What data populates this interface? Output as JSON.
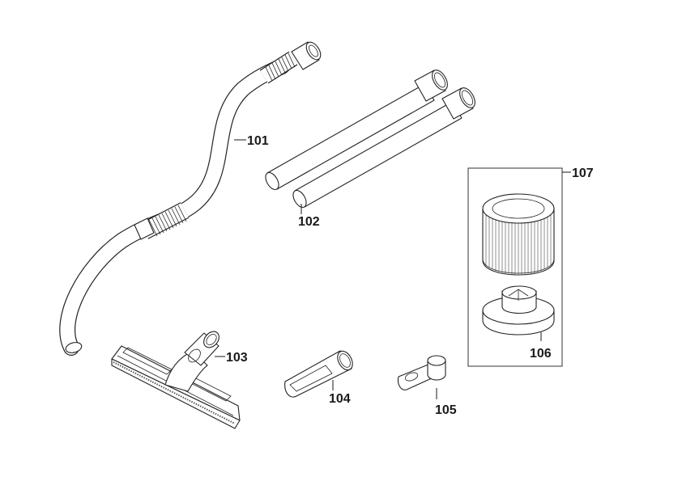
{
  "labels": {
    "hose": "101",
    "tubes": "102",
    "floor_nozzle": "103",
    "crevice_tool": "104",
    "adapter": "105",
    "filter_holder": "106",
    "filter_kit": "107"
  }
}
